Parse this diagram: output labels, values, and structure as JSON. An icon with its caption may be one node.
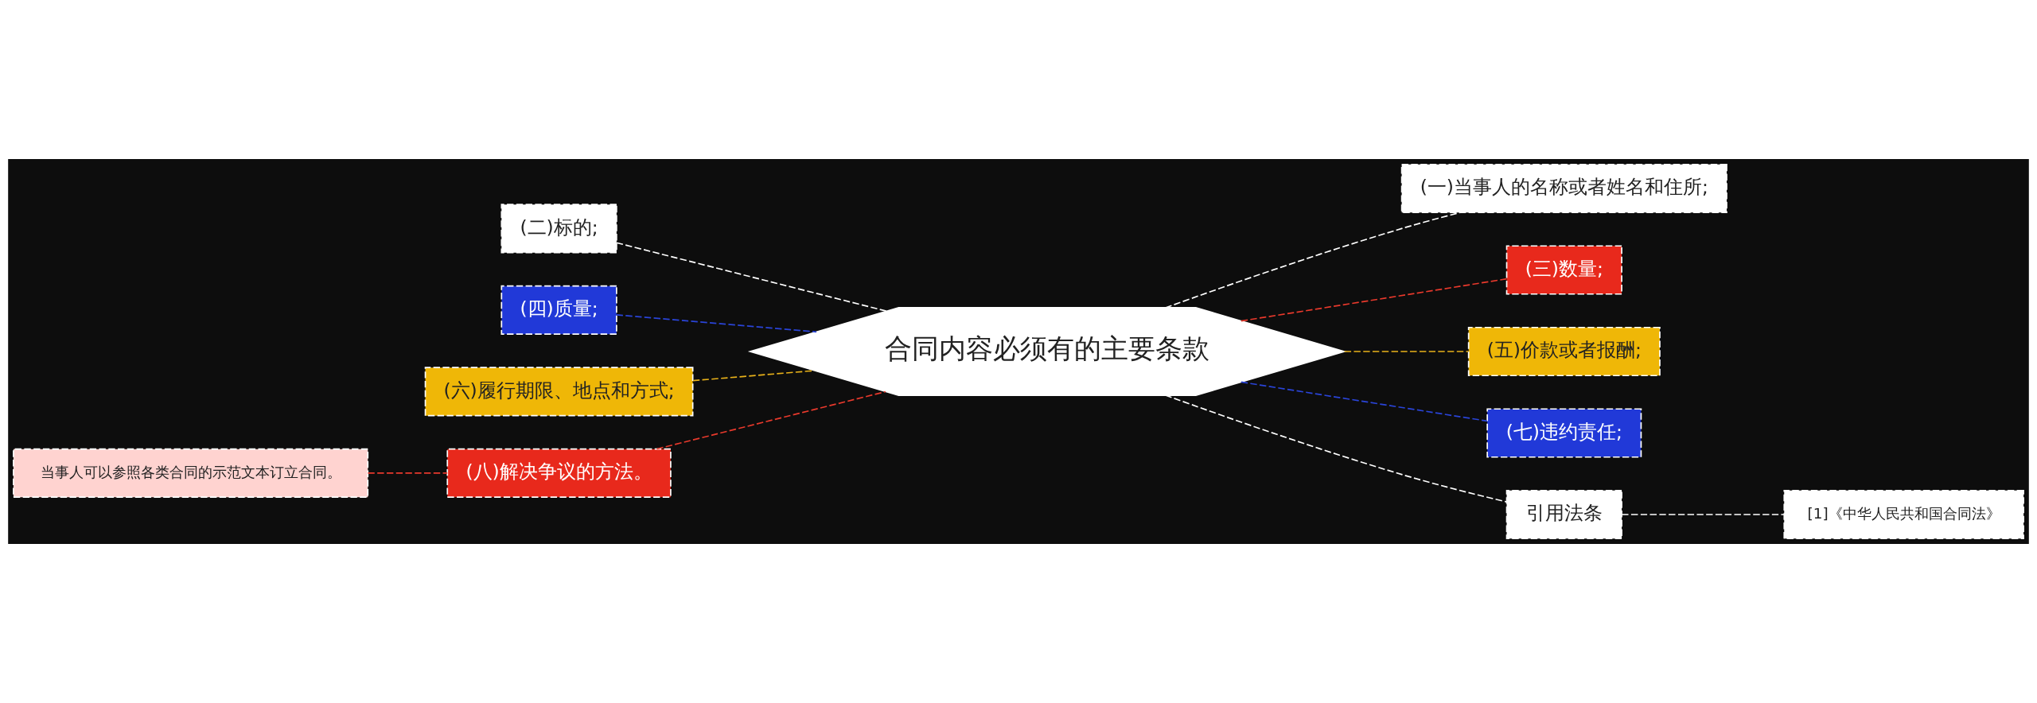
{
  "diagram": {
    "nodes": [
      {
        "text": [
          "合同内容必须有的主要条款"
        ]
      },
      {
        "text": [
          "(一)当事人的名称或者姓名和住所;"
        ]
      },
      {
        "text": [
          "(二)标的;"
        ]
      },
      {
        "text": [
          "(三)数量;"
        ]
      },
      {
        "text": [
          "(四)质量;"
        ]
      },
      {
        "text": [
          "(五)价款或者报酬;"
        ]
      },
      {
        "text": [
          "(六)履行期限、地点和方式;"
        ]
      },
      {
        "text": [
          "(七)违约责任;"
        ]
      },
      {
        "text": [
          "(八)解决争议的方法。"
        ]
      },
      {
        "text": [
          "当事人可以参照各类合同的示范文本订立合同。"
        ]
      },
      {
        "text": [
          "引用法条"
        ]
      },
      {
        "text": [
          "[1]《中华人民共和国合同法》"
        ]
      }
    ],
    "edges": [
      {
        "from": 0,
        "to": 1,
        "arrow": "none",
        "style": "dashed"
      },
      {
        "from": 0,
        "to": 2,
        "arrow": "none",
        "style": "dashed"
      },
      {
        "from": 0,
        "to": 3,
        "arrow": "none",
        "style": "dashed",
        "color": "#e8392c"
      },
      {
        "from": 0,
        "to": 4,
        "arrow": "none",
        "style": "dashed",
        "color": "#2a44d8"
      },
      {
        "from": 0,
        "to": 5,
        "arrow": "none",
        "style": "dashed",
        "color": "#e9b21a"
      },
      {
        "from": 0,
        "to": 6,
        "arrow": "none",
        "style": "dashed",
        "color": "#e9b21a"
      },
      {
        "from": 0,
        "to": 7,
        "arrow": "none",
        "style": "dashed",
        "color": "#2a44d8"
      },
      {
        "from": 0,
        "to": 8,
        "arrow": "none",
        "style": "dashed",
        "color": "#e8392c"
      },
      {
        "from": 8,
        "to": 9,
        "arrow": "none",
        "style": "dashed",
        "color": "#e8392c"
      },
      {
        "from": 0,
        "to": 10,
        "arrow": "none",
        "style": "dashed"
      },
      {
        "from": 10,
        "to": 11,
        "arrow": "none",
        "style": "dashed"
      }
    ]
  }
}
